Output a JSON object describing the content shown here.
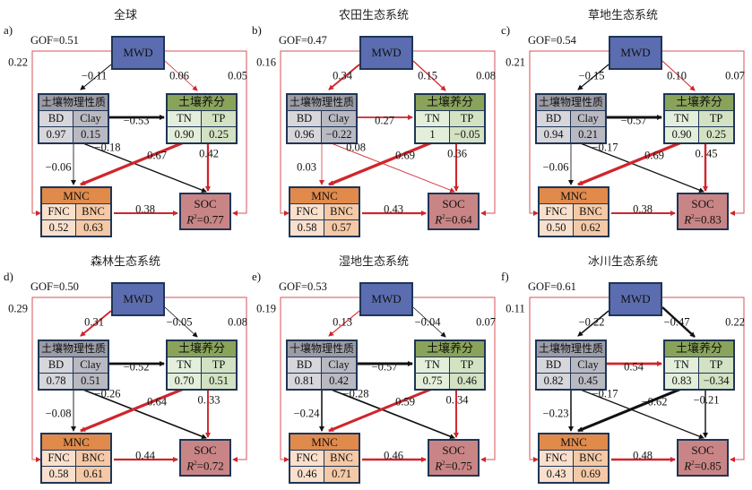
{
  "figure": {
    "node_labels": {
      "mwd": "MWD",
      "soil_physical": "土壤物理性质",
      "bd": "BD",
      "clay": "Clay",
      "soil_nutrient": "土壤养分",
      "tn": "TN",
      "tp": "TP",
      "mnc": "MNC",
      "fnc": "FNC",
      "bnc": "BNC",
      "soc": "SOC",
      "r2_prefix": "R",
      "r2_sup": "2"
    },
    "colors": {
      "positive_path": "#d0252b",
      "negative_path": "#111111",
      "mwd_fill": "#5b6db0",
      "soil_physical_fill": "#9c9ca6",
      "soil_nutrient_fill": "#8aa35a",
      "mnc_fill": "#e08a4c",
      "soc_fill": "#c98585",
      "box_border": "#1f3556"
    },
    "panels": [
      {
        "letter": "a)",
        "title": "全球",
        "gof": "GOF=0.51",
        "bd": "0.97",
        "clay": "0.15",
        "tn": "0.90",
        "tp": "0.25",
        "fnc": "0.52",
        "bnc": "0.63",
        "r2": "=0.77",
        "paths": {
          "mwd_soc_left": "0.22",
          "mwd_phys": "−0.11",
          "mwd_nutr": "0.06",
          "mwd_soc_right": "0.05",
          "phys_nutr": "−0.53",
          "phys_soc": "−0.18",
          "phys_mnc": "−0.06",
          "nutr_mnc": "0.67",
          "nutr_soc": "0.42",
          "mnc_soc": "0.38"
        }
      },
      {
        "letter": "b)",
        "title": "农田生态系统",
        "gof": "GOF=0.47",
        "bd": "0.96",
        "clay": "−0.22",
        "tn": "1",
        "tp": "−0.05",
        "fnc": "0.58",
        "bnc": "0.57",
        "r2": "=0.64",
        "paths": {
          "mwd_soc_left": "0.16",
          "mwd_phys": "0.34",
          "mwd_nutr": "0.15",
          "mwd_soc_right": "0.08",
          "phys_nutr": "0.27",
          "phys_soc": "0.08",
          "phys_mnc": "0.03",
          "nutr_mnc": "0.69",
          "nutr_soc": "0.36",
          "mnc_soc": "0.43"
        }
      },
      {
        "letter": "c)",
        "title": "草地生态系统",
        "gof": "GOF=0.54",
        "bd": "0.94",
        "clay": "0.21",
        "tn": "0.90",
        "tp": "0.25",
        "fnc": "0.50",
        "bnc": "0.62",
        "r2": "=0.83",
        "paths": {
          "mwd_soc_left": "0.21",
          "mwd_phys": "−0.15",
          "mwd_nutr": "0.10",
          "mwd_soc_right": "0.07",
          "phys_nutr": "−0.57",
          "phys_soc": "−0.17",
          "phys_mnc": "−0.06",
          "nutr_mnc": "0.69",
          "nutr_soc": "0. 45",
          "mnc_soc": "0.38"
        }
      },
      {
        "letter": "d)",
        "title": "森林生态系统",
        "gof": "GOF=0.50",
        "bd": "0.78",
        "clay": "0.51",
        "tn": "0.70",
        "tp": "0.51",
        "fnc": "0.58",
        "bnc": "0.61",
        "r2": "=0.72",
        "paths": {
          "mwd_soc_left": "0.29",
          "mwd_phys": "0.31",
          "mwd_nutr": "−0.05",
          "mwd_soc_right": "0.08",
          "phys_nutr": "−0.52",
          "phys_soc": "−0.26",
          "phys_mnc": "−0.08",
          "nutr_mnc": "0.64",
          "nutr_soc": "0. 33",
          "mnc_soc": "0.44"
        }
      },
      {
        "letter": "e)",
        "title": "湿地生态系统",
        "gof": "GOF=0.53",
        "bd": "0.81",
        "clay": "0.42",
        "tn": "0.75",
        "tp": "0.46",
        "fnc": "0.46",
        "bnc": "0.71",
        "r2": "=0.75",
        "soil_physical_label": "十壤物理性质",
        "paths": {
          "mwd_soc_left": "0.19",
          "mwd_phys": "0.13",
          "mwd_nutr": "−0.04",
          "mwd_soc_right": "0.07",
          "phys_nutr": "−0.57",
          "phys_soc": "−0.28",
          "phys_mnc": "−0.24",
          "nutr_mnc": "0.59",
          "nutr_soc": "0. 34",
          "mnc_soc": "0.46"
        }
      },
      {
        "letter": "f)",
        "title": "冰川生态系统",
        "gof": "GOF=0.61",
        "bd": "0.82",
        "clay": "0.45",
        "tn": "0.83",
        "tp": "−0.34",
        "fnc": "0.43",
        "bnc": "0.69",
        "r2": "=0.85",
        "paths": {
          "mwd_soc_left": "0.11",
          "mwd_phys": "−0.22",
          "mwd_nutr": "−0.47",
          "mwd_soc_right": "0.22",
          "phys_nutr": "0.54",
          "phys_soc": "−0.17",
          "phys_mnc": "−0.23",
          "nutr_mnc": "−0.62",
          "nutr_soc": "−0.21",
          "mnc_soc": "0.48"
        }
      }
    ]
  }
}
